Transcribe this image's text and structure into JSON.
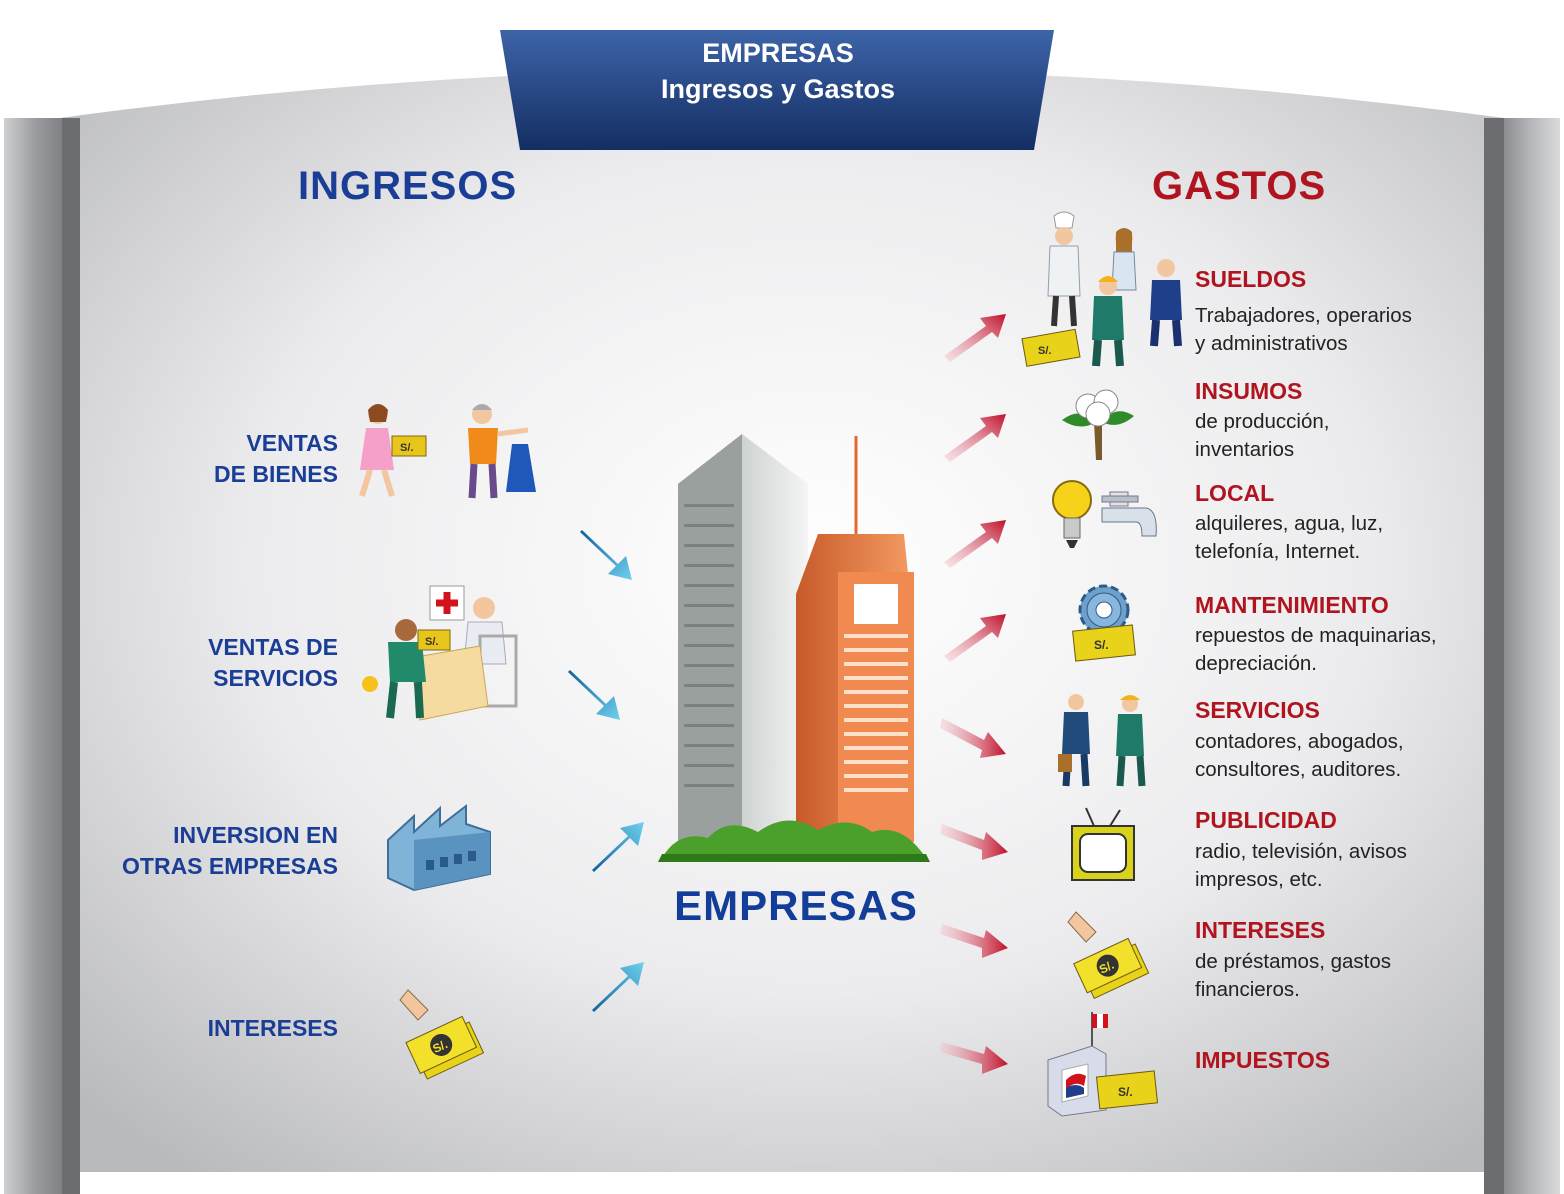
{
  "header": {
    "title_line1": "EMPRESAS",
    "title_line2": "Ingresos y Gastos"
  },
  "ingresos": {
    "heading": "INGRESOS",
    "items": [
      {
        "label": "VENTAS\nDE BIENES",
        "icon": "shopping-exchange-icon"
      },
      {
        "label": "VENTAS DE\nSERVICIOS",
        "icon": "medical-service-icon"
      },
      {
        "label": "INVERSION EN\nOTRAS EMPRESAS",
        "icon": "factory-icon"
      },
      {
        "label": "INTERESES",
        "icon": "money-hand-icon"
      }
    ]
  },
  "center": {
    "label": "EMPRESAS",
    "icon": "buildings-icon"
  },
  "gastos": {
    "heading": "GASTOS",
    "items": [
      {
        "title": "SUELDOS",
        "desc": "Trabajadores, operarios\ny administrativos",
        "icon": "workers-icon"
      },
      {
        "title": "INSUMOS",
        "desc": "de producción,\ninventarios",
        "icon": "cotton-plant-icon"
      },
      {
        "title": "LOCAL",
        "desc": "alquileres, agua, luz,\ntelefonía, Internet.",
        "icon": "bulb-faucet-icon"
      },
      {
        "title": "MANTENIMIENTO",
        "desc": "repuestos de maquinarias,\ndepreciación.",
        "icon": "gear-money-icon"
      },
      {
        "title": "SERVICIOS",
        "desc": "contadores, abogados,\nconsultores, auditores.",
        "icon": "professionals-icon"
      },
      {
        "title": "PUBLICIDAD",
        "desc": "radio, televisión, avisos\nimpresos, etc.",
        "icon": "tv-icon"
      },
      {
        "title": "INTERESES",
        "desc": "de préstamos, gastos\nfinancieros.",
        "icon": "money-hand-icon"
      },
      {
        "title": "IMPUESTOS",
        "desc": "",
        "icon": "tax-building-icon"
      }
    ]
  },
  "money_symbol": "S/.",
  "colors": {
    "ingresos": "#1a3e96",
    "gastos": "#b0151f",
    "banner": "#1f3f7d",
    "arrow_in": "#1f8fbf",
    "arrow_out": "#c0102a"
  }
}
